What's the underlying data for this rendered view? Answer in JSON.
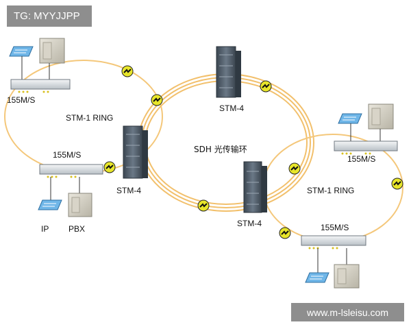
{
  "watermark": {
    "top_left": "TG: MYYJJPP",
    "bottom_right": "www.m-lsleisu.com"
  },
  "rings": [
    {
      "label": "STM-1 RING"
    },
    {
      "label": "SDH 光传输环"
    },
    {
      "label": "STM-1 RING"
    }
  ],
  "nodes": [
    {
      "label": "155M/S"
    },
    {
      "label": "155M/S"
    },
    {
      "label": "155M/S"
    },
    {
      "label": "155M/S"
    },
    {
      "label": "STM-4"
    },
    {
      "label": "STM-4"
    },
    {
      "label": "STM-4"
    }
  ],
  "endpoints": [
    {
      "label": "IP"
    },
    {
      "label": "PBX"
    }
  ],
  "colors": {
    "ring_fiber": "#f4c77a",
    "ring_fiber_edge": "#d9a24e",
    "watermark_bg": "#8e8e8e",
    "regenerator_fill": "#e8e62a",
    "device_body": "#dfe3e6",
    "rack_body": "#4d5a66"
  }
}
